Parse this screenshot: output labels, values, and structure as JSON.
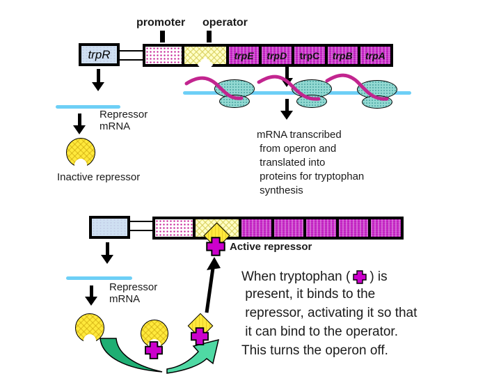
{
  "top_labels": {
    "promoter": "promoter",
    "operator": "operator"
  },
  "operon1": {
    "trpR_label": "trpR",
    "genes": [
      "trpE",
      "trpD",
      "trpC",
      "trpB",
      "trpA"
    ]
  },
  "left_column": {
    "repressor_mrna": "Repressor\nmRNA",
    "inactive_repressor": "Inactive repressor"
  },
  "right_column": {
    "mrna_paragraph": "mRNA transcribed\n from operon and\n translated into\n proteins for tryptophan\n synthesis"
  },
  "bottom": {
    "active_repressor": "Active repressor",
    "repressor_mrna": "Repressor\nmRNA",
    "when_tryptophan_prefix": "When tryptophan (",
    "when_tryptophan_suffix": ") is",
    "explanation_rest": " present, it binds to the\n repressor, activating it so that\n it can bind to the operator.\nThis turns the operon off."
  },
  "colors": {
    "gene_magenta": "#cb2fcb",
    "promoter_dot_pink": "#c2138f",
    "operator_pale_yellow": "#ffffc8",
    "repressor_yellow": "#ffe93c",
    "tryptophan_magenta": "#cc00cc",
    "mrna_blue": "#6dcff6",
    "ribosome_teal": "#93d9d2",
    "protein_squiggle_magenta": "#c2258f",
    "recycle_arrow_dark_green": "#1fae73",
    "recycle_arrow_light_green": "#4fd9a4",
    "trpR_light_blue": "#cfe0f2"
  }
}
